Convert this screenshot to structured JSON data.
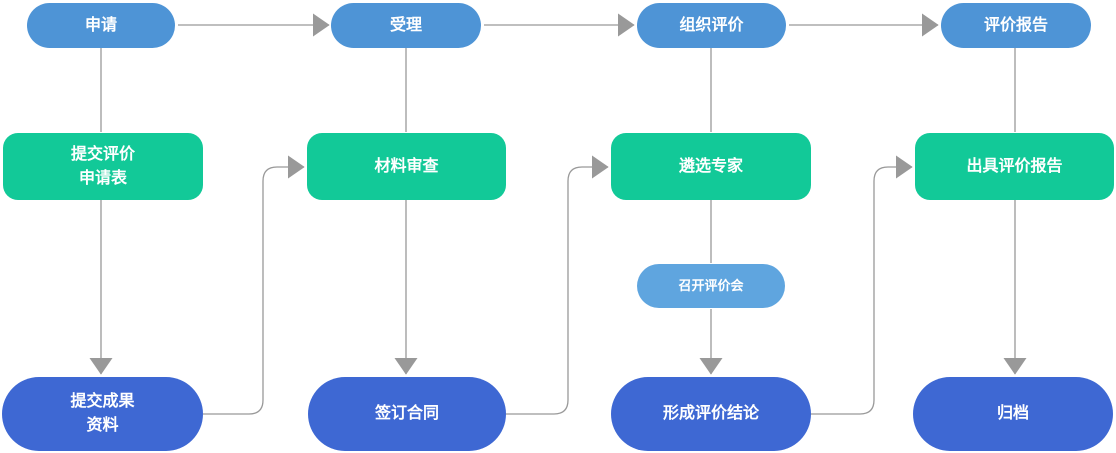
{
  "diagram": {
    "type": "flowchart",
    "colors": {
      "stage_pill": "#4E94D6",
      "meeting_pill": "#5FA5DF",
      "task_box": "#12C998",
      "result_pill": "#3E68D3",
      "connector": "#999999",
      "text_color": "#FFFFFF"
    },
    "stages": [
      {
        "id": "apply",
        "label": "申请"
      },
      {
        "id": "accept",
        "label": "受理"
      },
      {
        "id": "organize-evaluation",
        "label": "组织评价"
      },
      {
        "id": "evaluation-report",
        "label": "评价报告"
      }
    ],
    "tasks": [
      {
        "id": "submit-application-form",
        "label": "提交评价\n申请表"
      },
      {
        "id": "material-review",
        "label": "材料审查"
      },
      {
        "id": "select-experts",
        "label": "遴选专家"
      },
      {
        "id": "issue-evaluation-report",
        "label": "出具评价报告"
      }
    ],
    "meeting": {
      "id": "hold-evaluation-meeting",
      "label": "召开评价会"
    },
    "results": [
      {
        "id": "submit-achievement-materials",
        "label": "提交成果\n资料"
      },
      {
        "id": "sign-contract",
        "label": "签订合同"
      },
      {
        "id": "form-evaluation-conclusion",
        "label": "形成评价结论"
      },
      {
        "id": "archive",
        "label": "归档"
      }
    ],
    "edges": [
      {
        "from": "apply",
        "to": "accept",
        "arrow": true
      },
      {
        "from": "accept",
        "to": "organize-evaluation",
        "arrow": true
      },
      {
        "from": "organize-evaluation",
        "to": "evaluation-report",
        "arrow": true
      },
      {
        "from": "apply",
        "to": "submit-application-form",
        "arrow": false
      },
      {
        "from": "submit-application-form",
        "to": "submit-achievement-materials",
        "arrow": true
      },
      {
        "from": "submit-achievement-materials",
        "to": "material-review",
        "arrow": true
      },
      {
        "from": "accept",
        "to": "material-review",
        "arrow": false
      },
      {
        "from": "material-review",
        "to": "sign-contract",
        "arrow": true
      },
      {
        "from": "sign-contract",
        "to": "select-experts",
        "arrow": true
      },
      {
        "from": "organize-evaluation",
        "to": "select-experts",
        "arrow": false
      },
      {
        "from": "select-experts",
        "to": "hold-evaluation-meeting",
        "arrow": false
      },
      {
        "from": "hold-evaluation-meeting",
        "to": "form-evaluation-conclusion",
        "arrow": true
      },
      {
        "from": "form-evaluation-conclusion",
        "to": "issue-evaluation-report",
        "arrow": true
      },
      {
        "from": "evaluation-report",
        "to": "issue-evaluation-report",
        "arrow": false
      },
      {
        "from": "issue-evaluation-report",
        "to": "archive",
        "arrow": true
      }
    ]
  }
}
